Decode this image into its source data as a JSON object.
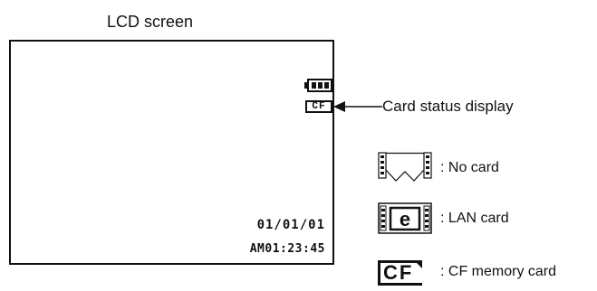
{
  "lcd": {
    "title": "LCD screen",
    "date": "01/01/01",
    "time": "AM01:23:45"
  },
  "indicator": {
    "battery_icon": "battery-icon",
    "cf_icon_text": "CF"
  },
  "callout": {
    "label": "Card status display"
  },
  "legend": {
    "no_card": "No card",
    "lan_card": "LAN card",
    "lan_icon_letter": "e",
    "cf_card": "CF memory card",
    "cf_icon_text": "CF"
  }
}
